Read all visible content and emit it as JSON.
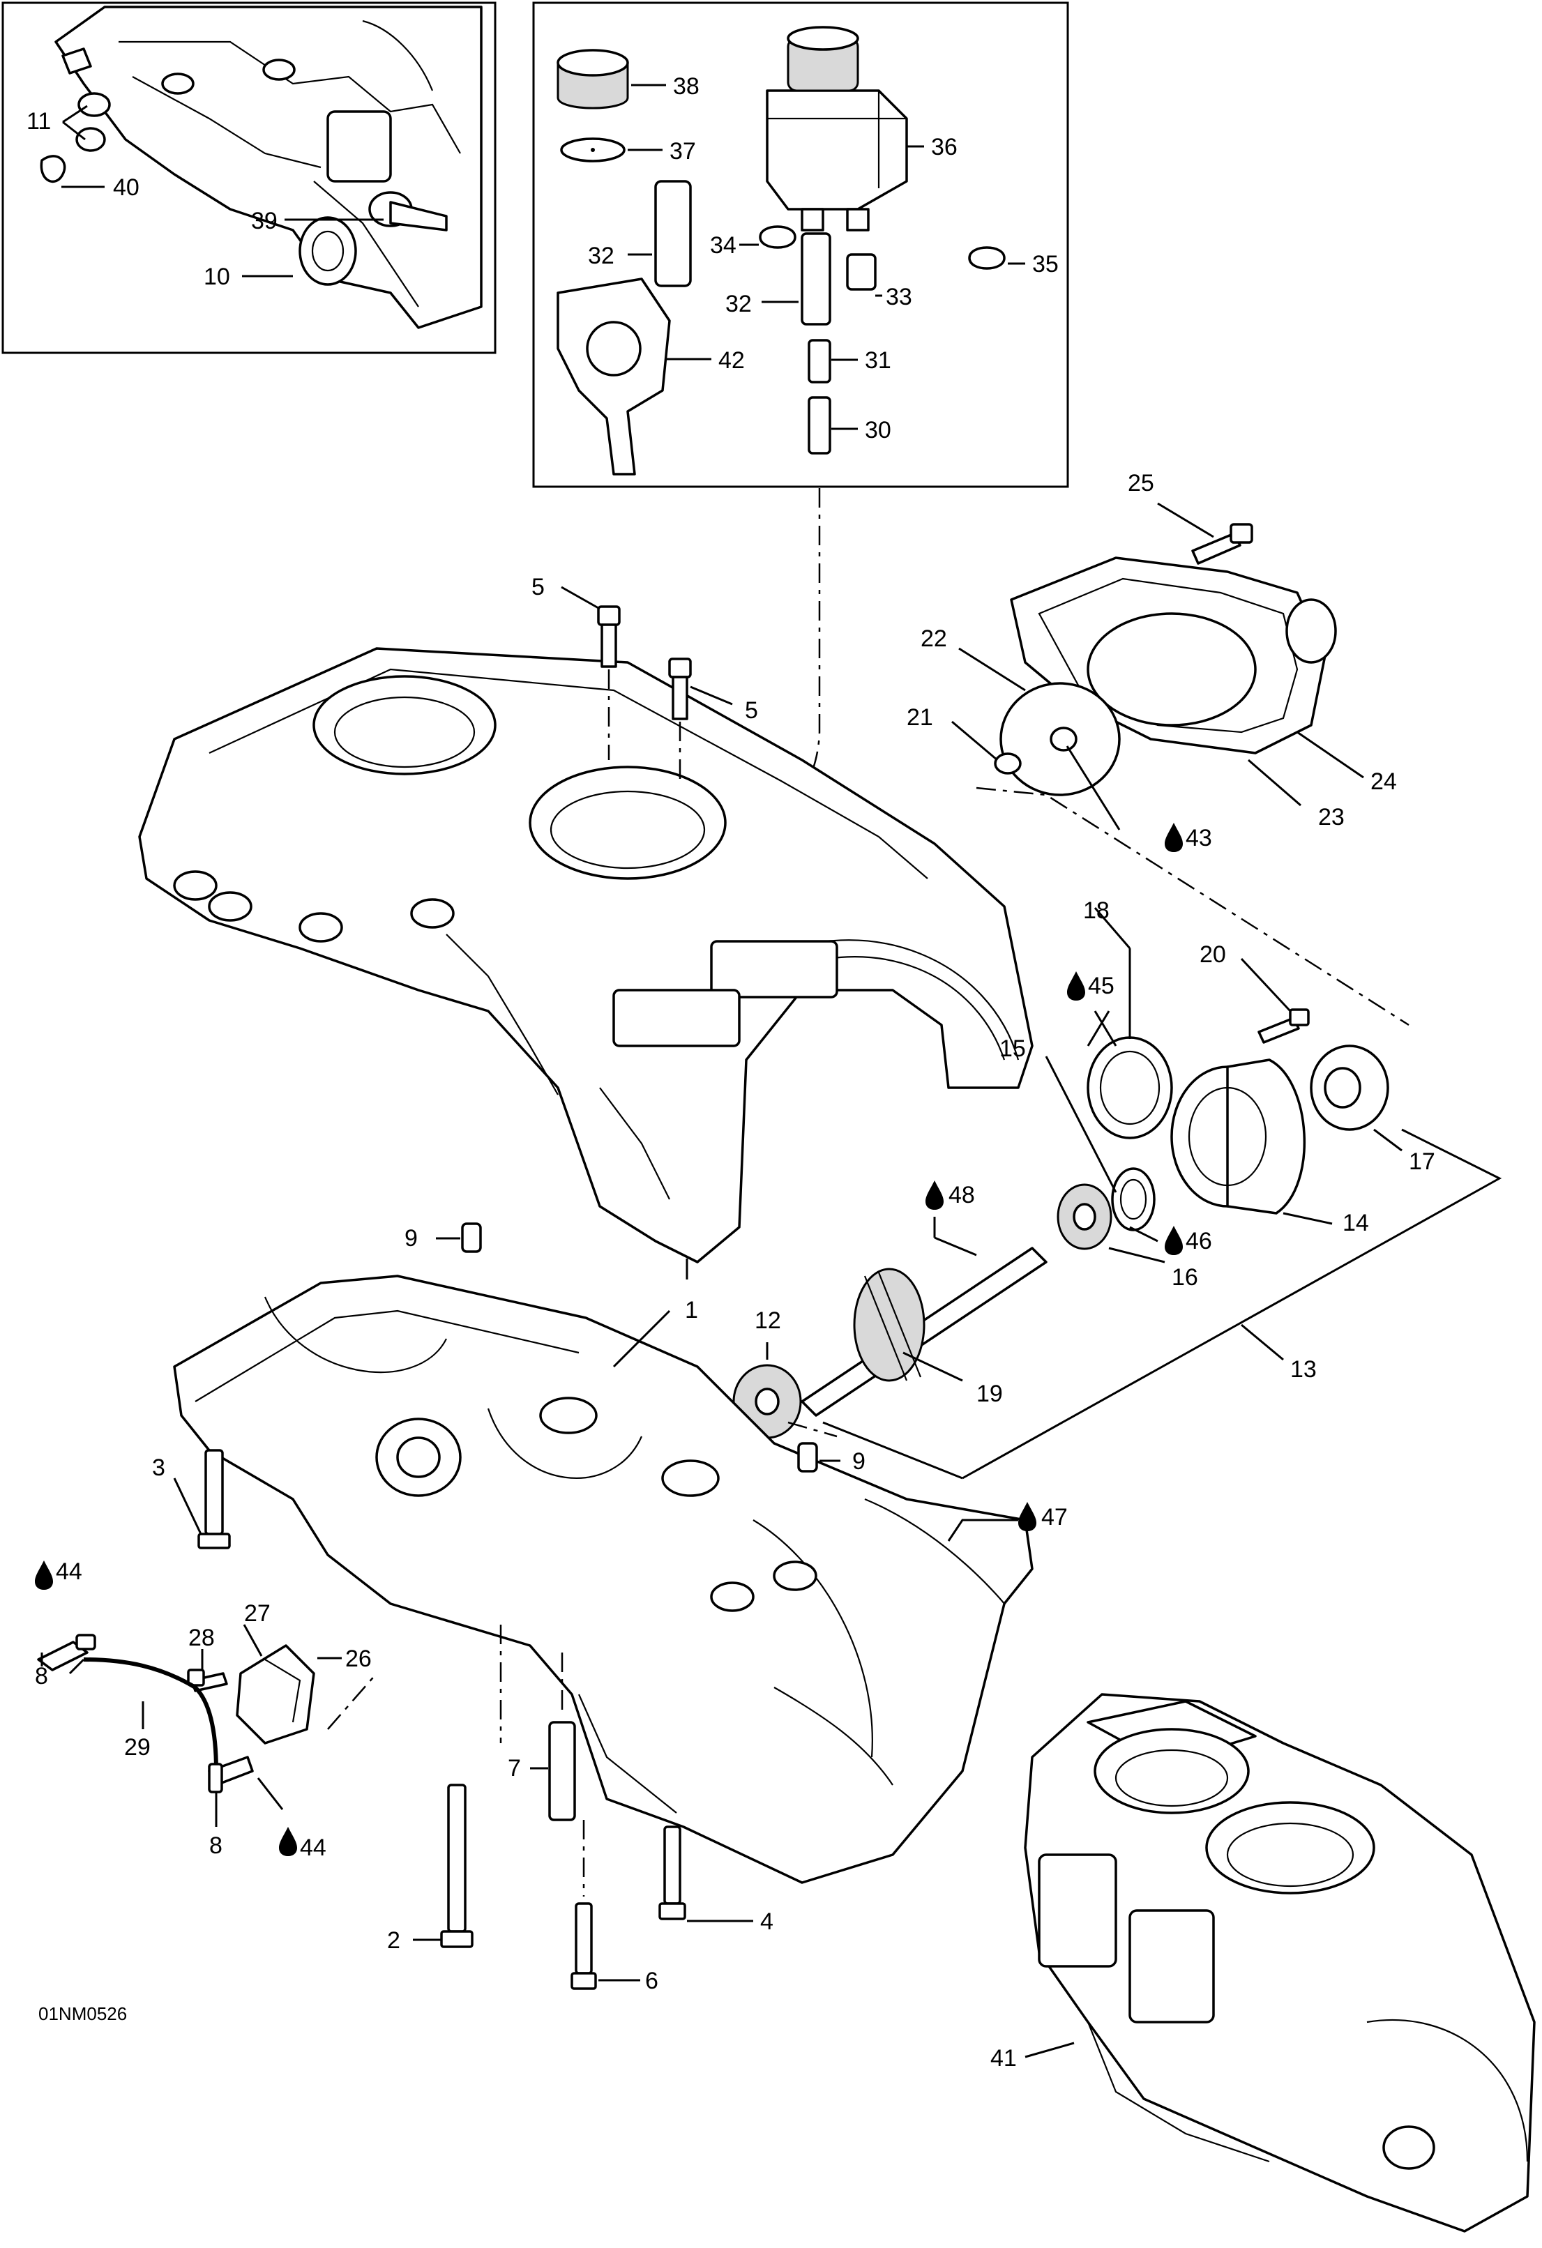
{
  "drawing_code": "01NM0526",
  "lube_symbol": "drop-icon",
  "callouts": {
    "c1": "1",
    "c2": "2",
    "c3": "3",
    "c4": "4",
    "c5a": "5",
    "c5b": "5",
    "c6": "6",
    "c7": "7",
    "c8a": "8",
    "c8b": "8",
    "c9a": "9",
    "c9b": "9",
    "c10": "10",
    "c11": "11",
    "c12": "12",
    "c13": "13",
    "c14": "14",
    "c15": "15",
    "c16": "16",
    "c17": "17",
    "c18": "18",
    "c19": "19",
    "c20": "20",
    "c21": "21",
    "c22": "22",
    "c23": "23",
    "c24": "24",
    "c25": "25",
    "c26": "26",
    "c27": "27",
    "c28": "28",
    "c29": "29",
    "c30": "30",
    "c31": "31",
    "c32a": "32",
    "c32b": "32",
    "c33": "33",
    "c34": "34",
    "c35": "35",
    "c36": "36",
    "c37": "37",
    "c38": "38",
    "c39": "39",
    "c40": "40",
    "c41": "41",
    "c42": "42",
    "c43": "43",
    "c44a": "44",
    "c44b": "44",
    "c45": "45",
    "c46": "46",
    "c47": "47",
    "c48": "48"
  }
}
